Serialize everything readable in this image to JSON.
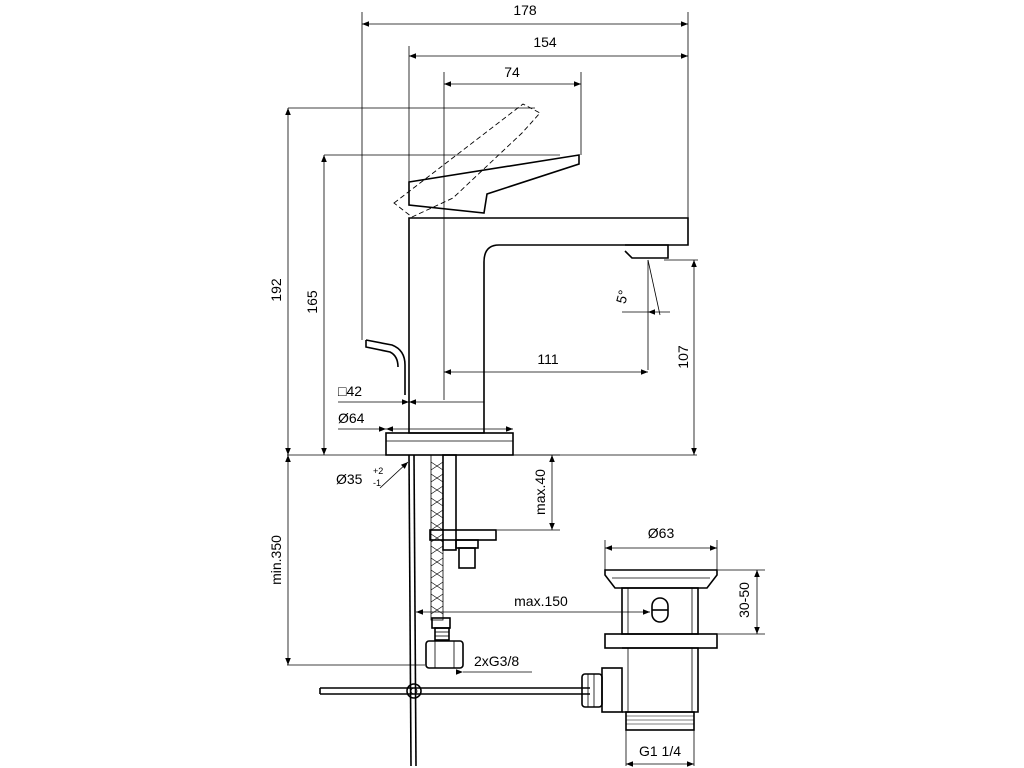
{
  "labels": {
    "w178": "178",
    "w154": "154",
    "w74": "74",
    "h192": "192",
    "h165": "165",
    "sq42": "□42",
    "d64": "Ø64",
    "d35": "Ø35",
    "d35_tol_upper": "+2",
    "d35_tol_lower": "-1",
    "w111": "111",
    "h107": "107",
    "angle5": "5°",
    "min350": "min.350",
    "max40": "max.40",
    "max150": "max.150",
    "g38": "2xG3/8",
    "d63": "Ø63",
    "r3050": "30-50",
    "g114": "G1 1/4"
  }
}
